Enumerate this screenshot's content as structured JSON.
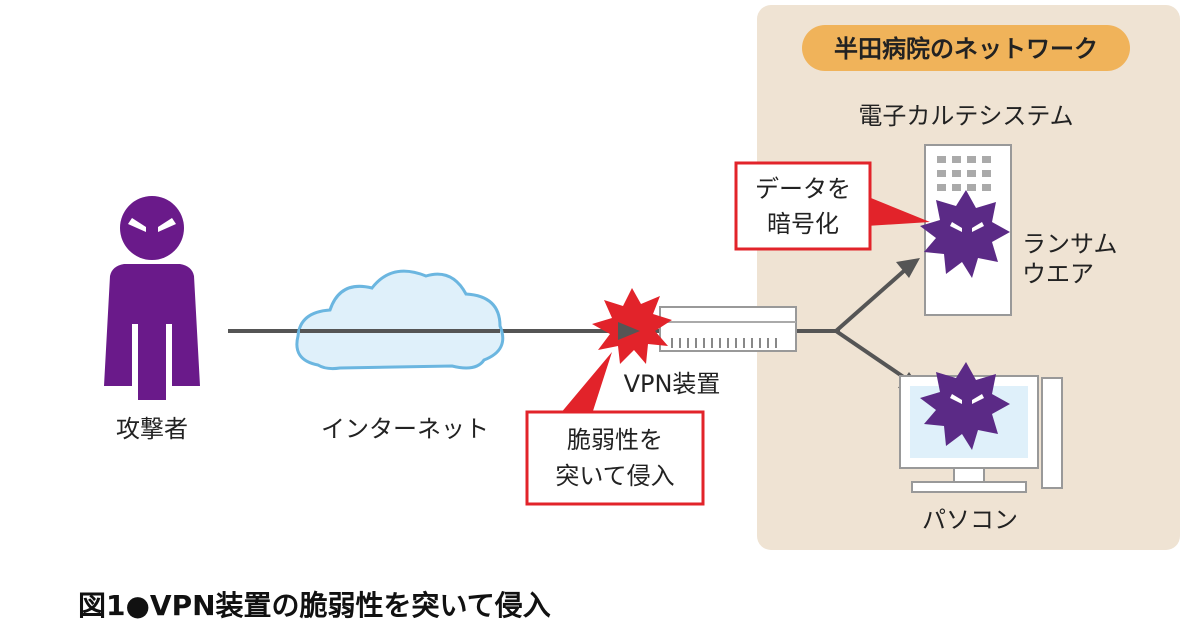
{
  "network_box": {
    "title": "半田病院のネットワーク"
  },
  "attacker": {
    "label": "攻撃者"
  },
  "internet": {
    "label": "インターネット"
  },
  "vpn": {
    "label": "VPN装置"
  },
  "server": {
    "label": "電子カルテシステム"
  },
  "pc": {
    "label": "パソコン"
  },
  "ransomware": {
    "line1": "ランサム",
    "line2": "ウエア"
  },
  "callout_encrypt": {
    "line1": "データを",
    "line2": "暗号化"
  },
  "callout_exploit": {
    "line1": "脆弱性を",
    "line2": "突いて侵入"
  },
  "caption": "図1●VPN装置の脆弱性を突いて侵入",
  "colors": {
    "attacker": "#6a1a8a",
    "malware": "#5b2a86",
    "alert_red": "#e2232a",
    "network_bg": "#efe3d3",
    "title_pill": "#f0b35a",
    "cloud_fill": "#dff0fa",
    "cloud_stroke": "#6bb6e0",
    "line": "#555555"
  }
}
